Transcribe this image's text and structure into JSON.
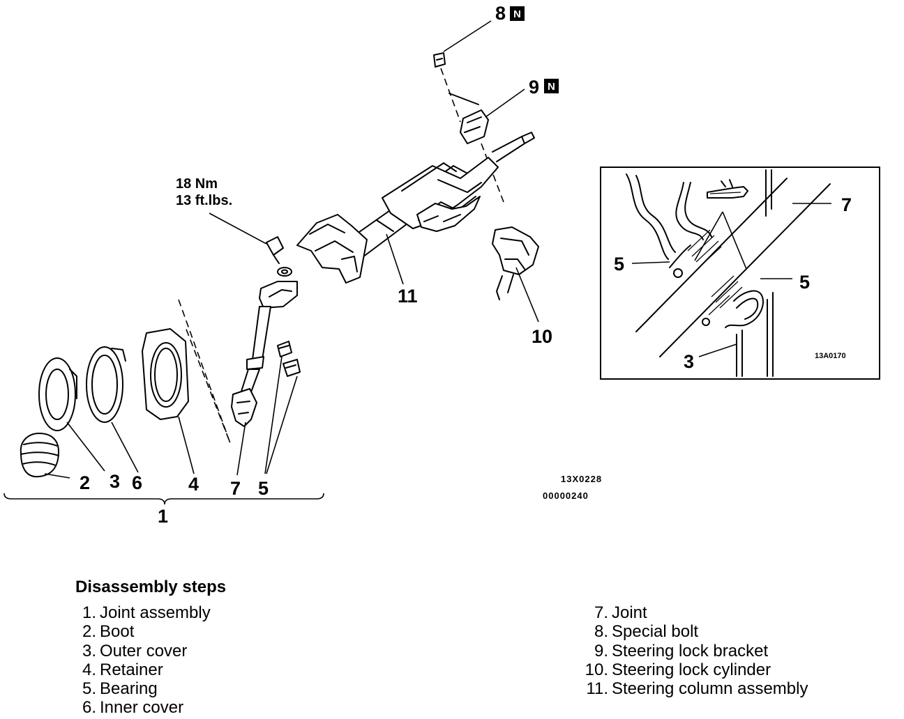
{
  "diagram": {
    "callouts": {
      "c1": "1",
      "c2": "2",
      "c3": "3",
      "c4": "4",
      "c5": "5",
      "c6": "6",
      "c7": "7",
      "c8": "8",
      "c9": "9",
      "c10": "10",
      "c11": "11"
    },
    "badge": "N",
    "torque": {
      "line1": "18 Nm",
      "line2": "13 ft.lbs."
    },
    "codes": {
      "figure_code": "13X0228",
      "doc_code": "00000240"
    },
    "inset": {
      "callouts": {
        "c7": "7",
        "c5a": "5",
        "c5b": "5",
        "c3": "3"
      },
      "code": "13A0170"
    }
  },
  "steps": {
    "title": "Disassembly steps",
    "left": [
      {
        "num": "1.",
        "label": "Joint assembly"
      },
      {
        "num": "2.",
        "label": "Boot"
      },
      {
        "num": "3.",
        "label": "Outer cover"
      },
      {
        "num": "4.",
        "label": "Retainer"
      },
      {
        "num": "5.",
        "label": "Bearing"
      },
      {
        "num": "6.",
        "label": "Inner cover"
      }
    ],
    "right": [
      {
        "num": "7.",
        "label": "Joint"
      },
      {
        "num": "8.",
        "label": "Special bolt"
      },
      {
        "num": "9.",
        "label": "Steering lock bracket"
      },
      {
        "num": "10.",
        "label": "Steering lock cylinder"
      },
      {
        "num": "11.",
        "label": "Steering column assembly"
      }
    ]
  }
}
